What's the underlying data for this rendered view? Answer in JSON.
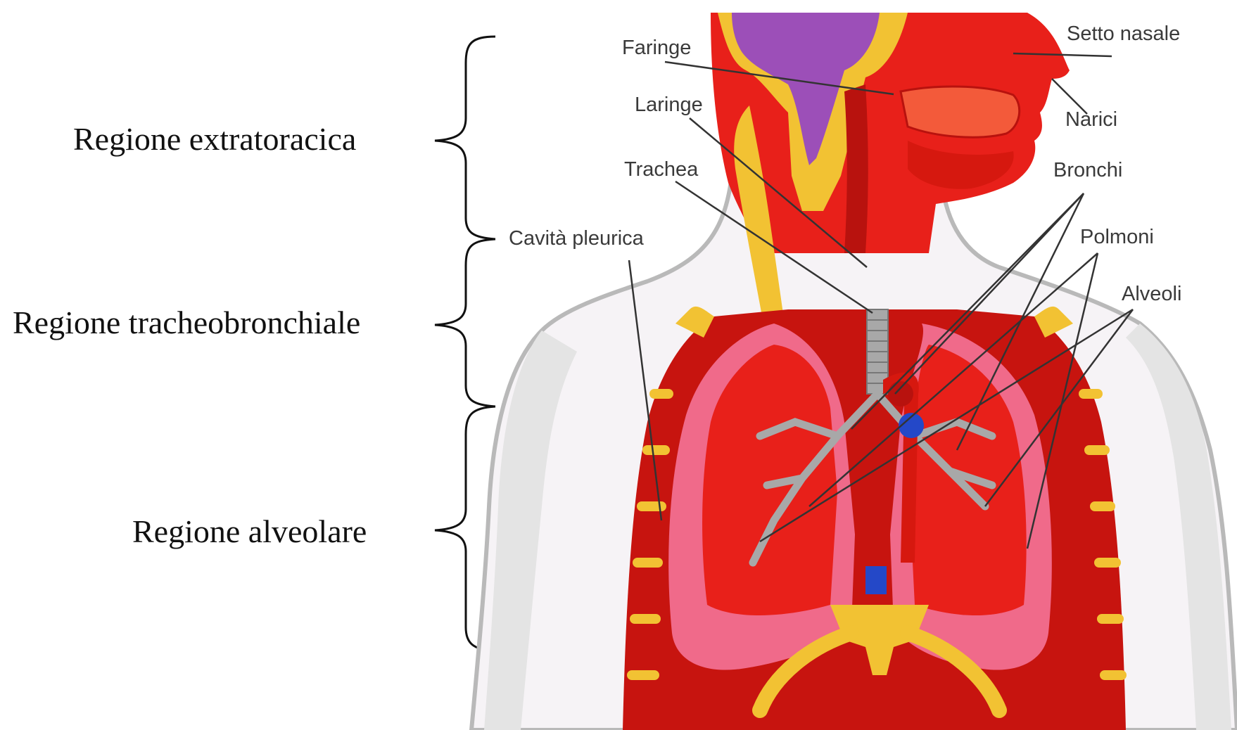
{
  "regions": {
    "extrathoracic": "Regione extratoracica",
    "tracheobronchial": "Regione tracheobronchiale",
    "alveolar": "Regione alveolare"
  },
  "labels": {
    "faringe": "Faringe",
    "laringe": "Laringe",
    "trachea": "Trachea",
    "cavita_pleurica": "Cavità pleurica",
    "setto_nasale": "Setto nasale",
    "narici": "Narici",
    "bronchi": "Bronchi",
    "polmoni": "Polmoni",
    "alveoli": "Alveoli"
  },
  "colors": {
    "tissue_red": "#e8201a",
    "dark_red": "#b8120e",
    "lung_pink": "#f06a8a",
    "bone_yellow": "#f2c233",
    "brain_purple": "#9c4fb8",
    "vessel_blue": "#2448c8",
    "airway_gray": "#a8a8a8",
    "skin_outline": "#b9b9b9"
  }
}
